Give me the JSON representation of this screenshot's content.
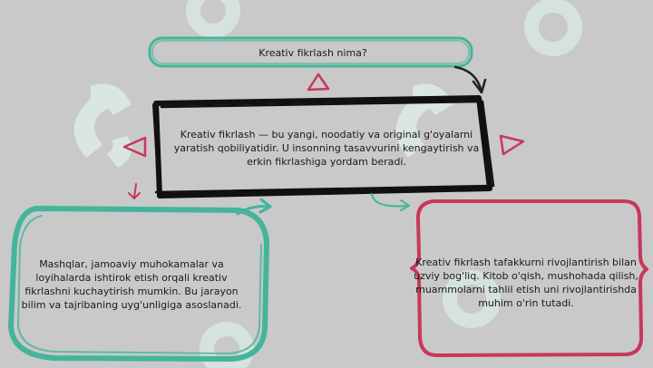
{
  "diagram": {
    "question": "Kreativ fikrlash nima?",
    "definition": "Kreativ fikrlash — bu yangi, noodatiy va original g'oyalarni yaratish qobiliyatidir. U insonning tasavvurini kengaytirish va erkin fikrlashiga yordam beradi.",
    "practice": "Mashqlar, jamoaviy muhokamalar va loyihalarda ishtirok etish orqali kreativ fikrlashni kuchaytirish mumkin. Bu jarayon bilim va tajribaning uyg'unligiga asoslanadi.",
    "development": "Kreativ fikrlash tafakkurni rivojlantirish bilan uzviy bog'liq. Kitob o'qish, mushohada qilish, muammolarni tahlil etish uni rivojlantirishda muhim o'rin tutadi."
  },
  "colors": {
    "background": "#c9c9c9",
    "green": "#45b59a",
    "crimson": "#c8375a",
    "black": "#111111",
    "watermark": "#dcece6"
  }
}
